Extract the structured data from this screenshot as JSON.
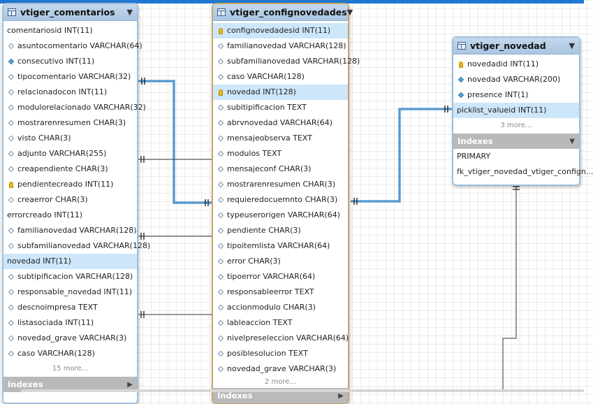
{
  "tables": [
    {
      "title": "vtiger_comentarios",
      "columns": [
        {
          "text": "comentariosid INT(11)",
          "icon": "none"
        },
        {
          "text": "asuntocomentario VARCHAR(64)",
          "icon": "empty"
        },
        {
          "text": "consecutivo INT(11)",
          "icon": "filled"
        },
        {
          "text": "tipocomentario VARCHAR(32)",
          "icon": "empty"
        },
        {
          "text": "relacionadocon INT(11)",
          "icon": "empty"
        },
        {
          "text": "modulorelacionado VARCHAR(32)",
          "icon": "empty"
        },
        {
          "text": "mostrarenresumen CHAR(3)",
          "icon": "empty"
        },
        {
          "text": "visto CHAR(3)",
          "icon": "empty"
        },
        {
          "text": "adjunto VARCHAR(255)",
          "icon": "empty"
        },
        {
          "text": "creapendiente CHAR(3)",
          "icon": "empty"
        },
        {
          "text": "pendientecreado INT(11)",
          "icon": "key"
        },
        {
          "text": "creaerror CHAR(3)",
          "icon": "empty"
        },
        {
          "text": "errorcreado INT(11)",
          "icon": "none"
        },
        {
          "text": "familianovedad VARCHAR(128)",
          "icon": "empty"
        },
        {
          "text": "subfamilianovedad VARCHAR(128)",
          "icon": "empty"
        },
        {
          "text": "novedad INT(11)",
          "icon": "none",
          "highlight": true
        },
        {
          "text": "subtipificacion VARCHAR(128)",
          "icon": "empty"
        },
        {
          "text": "responsable_novedad INT(11)",
          "icon": "empty"
        },
        {
          "text": "descnoimpresa TEXT",
          "icon": "empty"
        },
        {
          "text": "listasociada INT(11)",
          "icon": "empty"
        },
        {
          "text": "novedad_grave VARCHAR(3)",
          "icon": "empty"
        },
        {
          "text": "caso VARCHAR(128)",
          "icon": "empty"
        }
      ],
      "more": "15 more...",
      "indexes_label": "Indexes",
      "indexes": []
    },
    {
      "title": "vtiger_confignovedades",
      "columns": [
        {
          "text": "confignovedadesid INT(11)",
          "icon": "key",
          "highlight": true
        },
        {
          "text": "familianovedad VARCHAR(128)",
          "icon": "empty"
        },
        {
          "text": "subfamilianovedad VARCHAR(128)",
          "icon": "empty"
        },
        {
          "text": "caso VARCHAR(128)",
          "icon": "empty"
        },
        {
          "text": "novedad INT(128)",
          "icon": "key",
          "highlight": true
        },
        {
          "text": "subitipificacion TEXT",
          "icon": "empty"
        },
        {
          "text": "abrvnovedad VARCHAR(64)",
          "icon": "empty"
        },
        {
          "text": "mensajeobserva TEXT",
          "icon": "empty"
        },
        {
          "text": "modulos TEXT",
          "icon": "empty"
        },
        {
          "text": "mensajeconf CHAR(3)",
          "icon": "empty"
        },
        {
          "text": "mostrarenresumen CHAR(3)",
          "icon": "empty"
        },
        {
          "text": "requieredocuemnto CHAR(3)",
          "icon": "empty"
        },
        {
          "text": "typeuserorigen VARCHAR(64)",
          "icon": "empty"
        },
        {
          "text": "pendiente CHAR(3)",
          "icon": "empty"
        },
        {
          "text": "tipoitemlista VARCHAR(64)",
          "icon": "empty"
        },
        {
          "text": "error CHAR(3)",
          "icon": "empty"
        },
        {
          "text": "tipoerror VARCHAR(64)",
          "icon": "empty"
        },
        {
          "text": "responsableerror TEXT",
          "icon": "empty"
        },
        {
          "text": "accionmodulo CHAR(3)",
          "icon": "empty"
        },
        {
          "text": "lableaccion TEXT",
          "icon": "empty"
        },
        {
          "text": "nivelpreseleccion VARCHAR(64)",
          "icon": "empty"
        },
        {
          "text": "posiblesolucion TEXT",
          "icon": "empty"
        },
        {
          "text": "novedad_grave VARCHAR(3)",
          "icon": "empty"
        }
      ],
      "more": "2 more...",
      "indexes_label": "Indexes",
      "indexes": []
    },
    {
      "title": "vtiger_novedad",
      "columns": [
        {
          "text": "novedadid INT(11)",
          "icon": "key"
        },
        {
          "text": "novedad VARCHAR(200)",
          "icon": "filled"
        },
        {
          "text": "presence INT(1)",
          "icon": "filled"
        },
        {
          "text": "picklist_valueid INT(11)",
          "icon": "none",
          "highlight": true
        }
      ],
      "more": "3 more...",
      "indexes_label": "Indexes",
      "indexes": [
        "PRIMARY",
        "fk_vtiger_novedad_vtiger_confign..."
      ]
    }
  ],
  "colors": {
    "accent_bar": "#1f78d1",
    "relationship_line": "#1f6fb8",
    "highlight_row": "#cde6fa",
    "selected_border": "#c9a56a"
  }
}
